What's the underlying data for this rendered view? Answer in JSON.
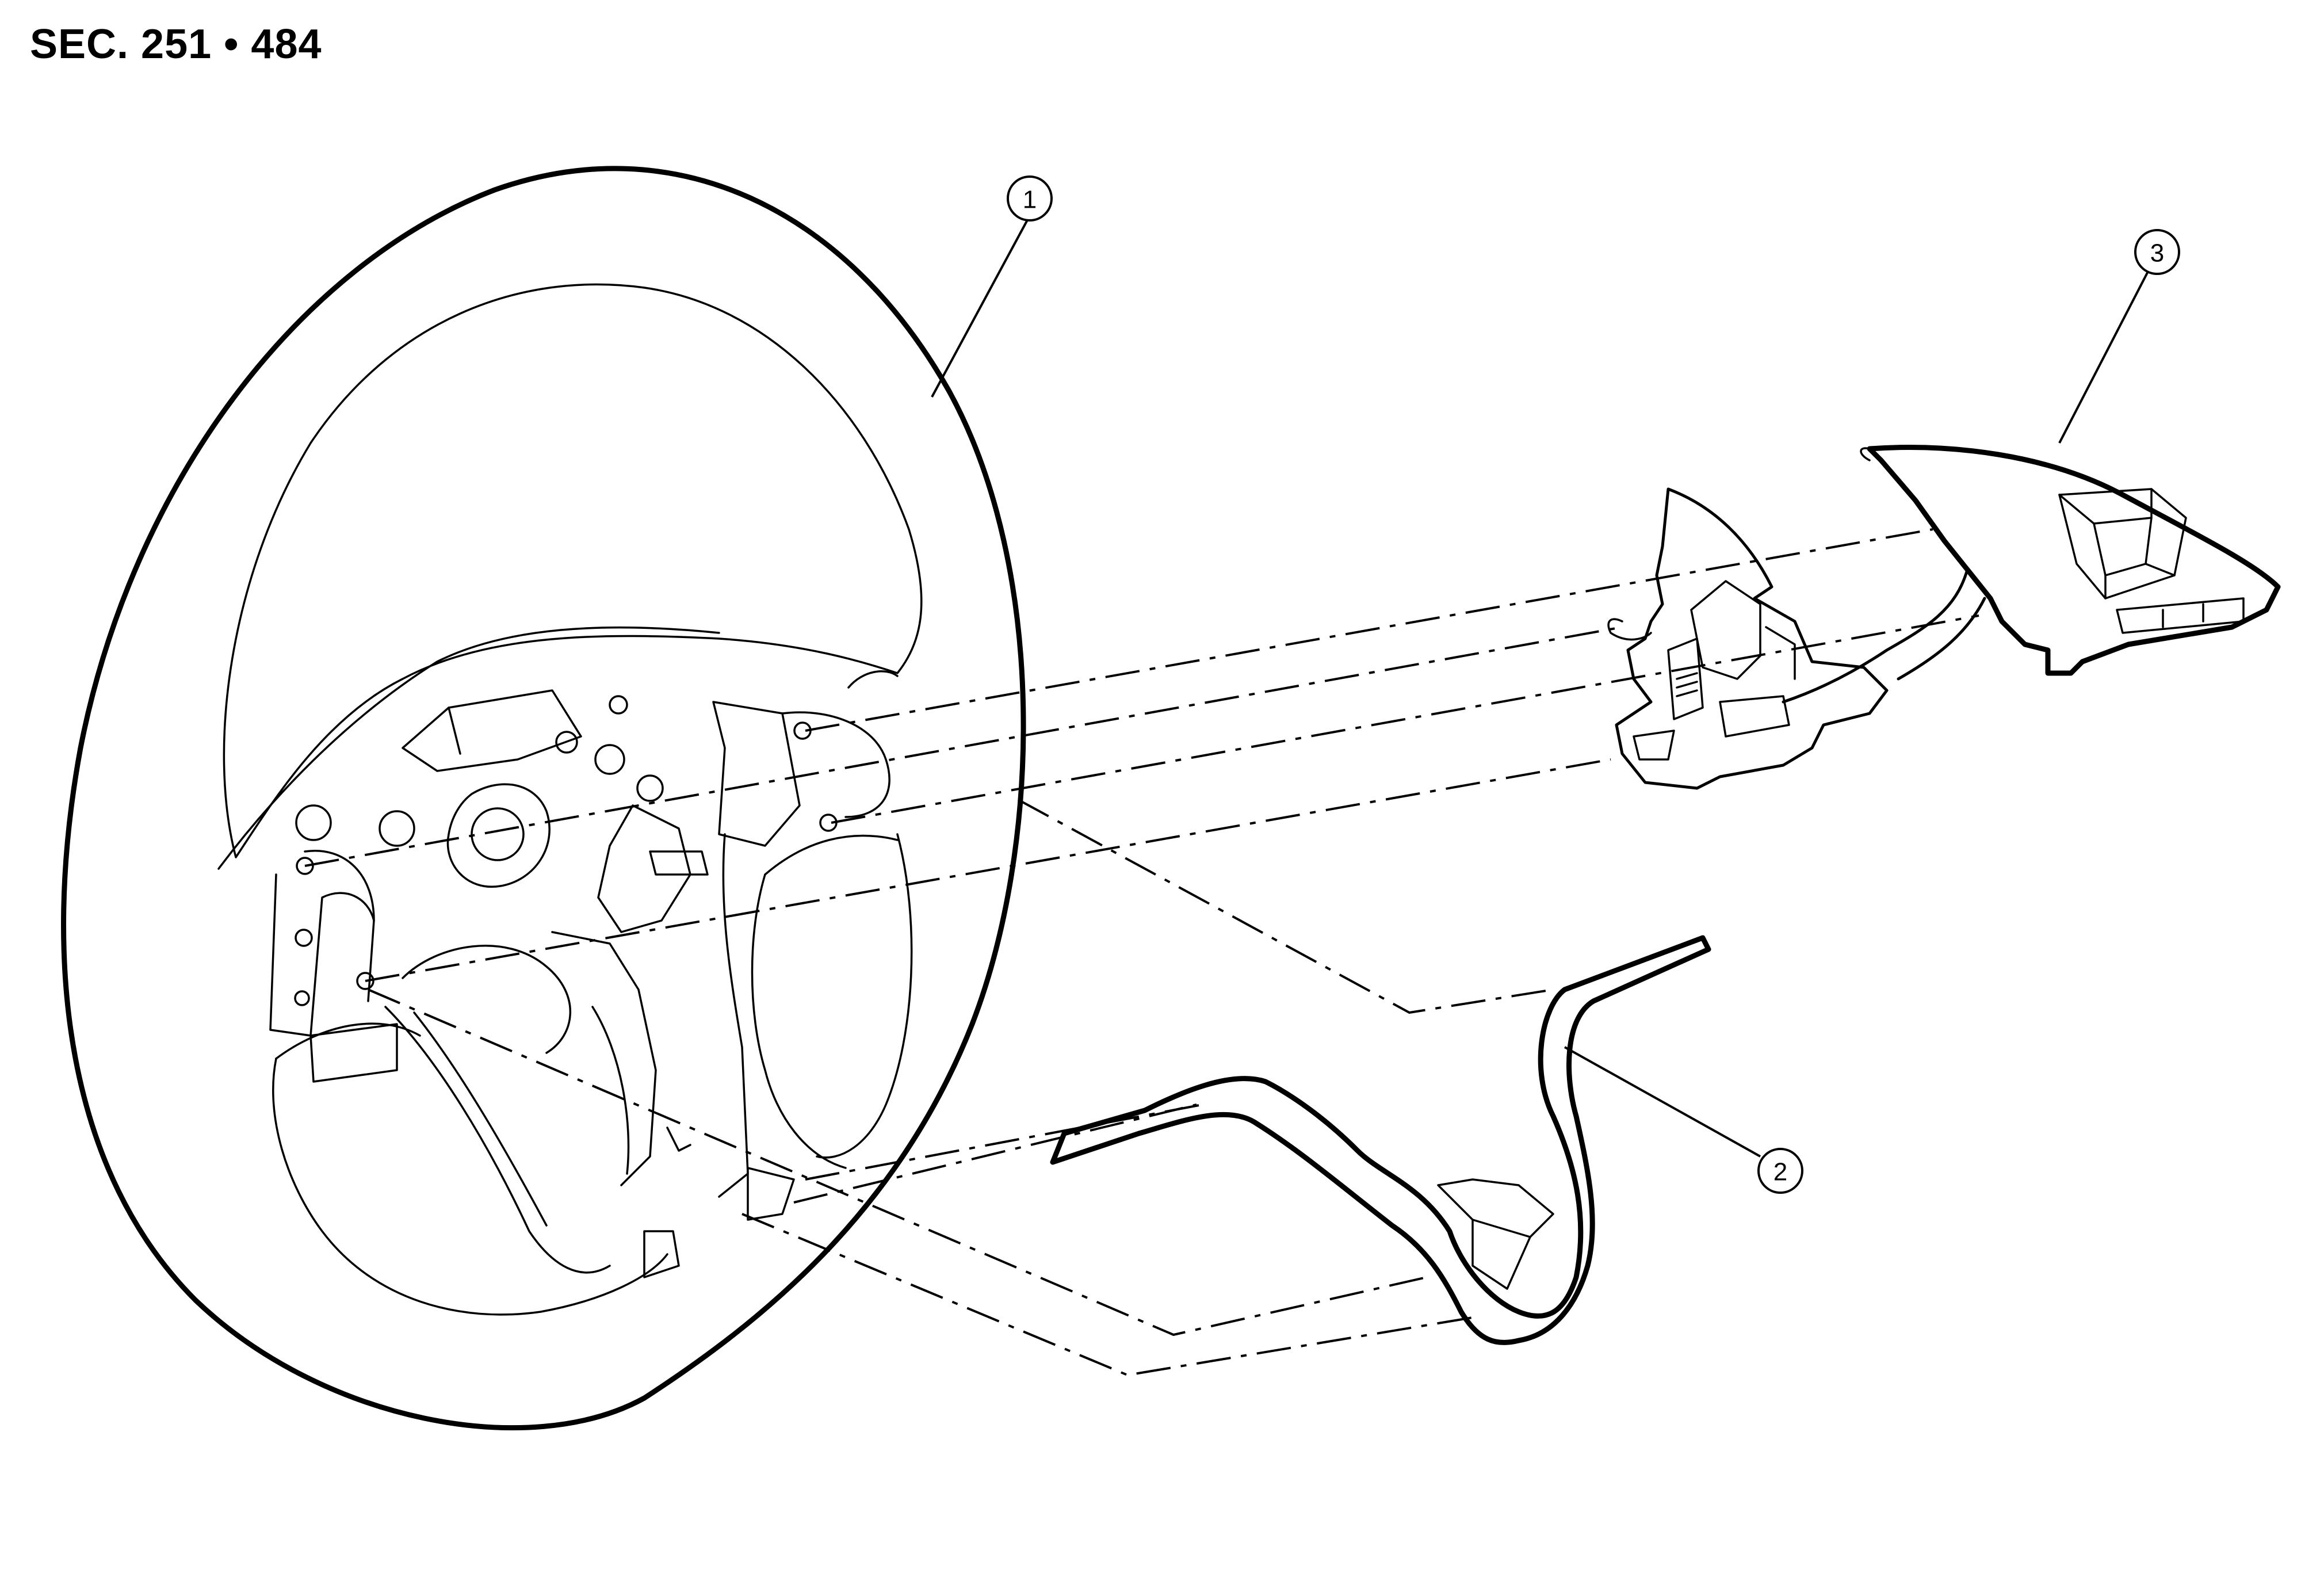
{
  "header": {
    "section_code": "SEC. 251 • 484"
  },
  "callouts": [
    {
      "id": "1",
      "label": "1",
      "part": "steering-wheel"
    },
    {
      "id": "2",
      "label": "2",
      "part": "finisher"
    },
    {
      "id": "3",
      "label": "3",
      "part": "steering-switch"
    }
  ]
}
